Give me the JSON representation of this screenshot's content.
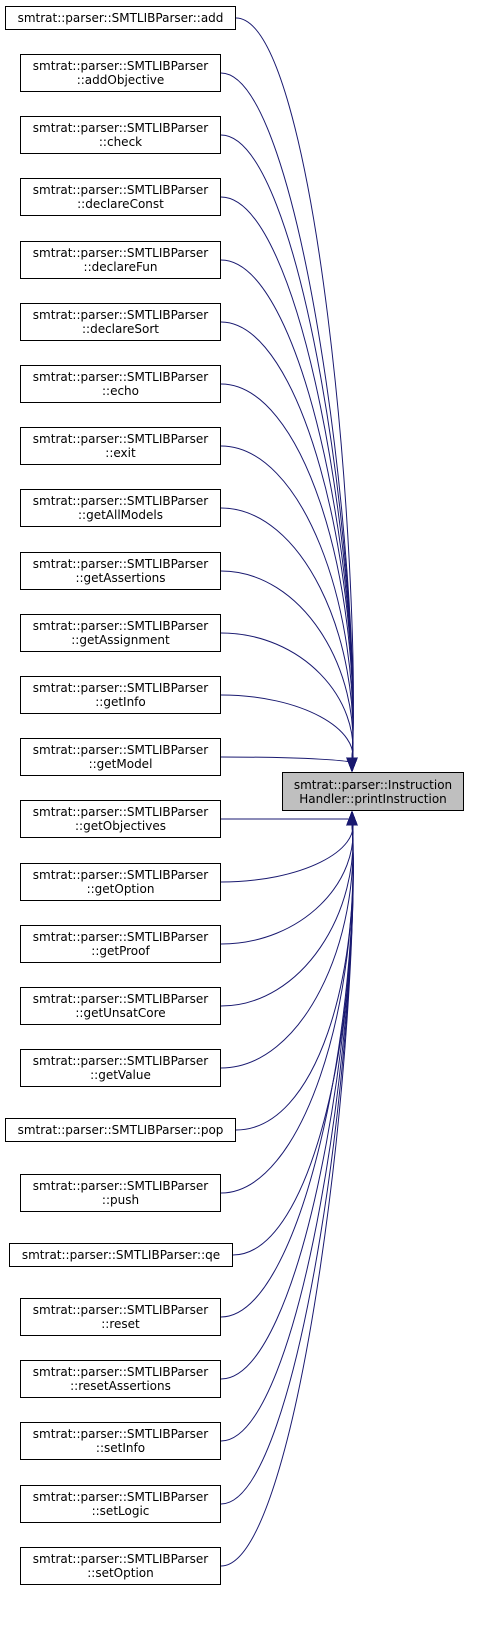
{
  "colors": {
    "edge": "#191970",
    "box_border": "#000000",
    "target_fill": "#bfbfbf"
  },
  "target": {
    "lines": [
      "smtrat::parser::Instruction",
      "Handler::printInstruction"
    ]
  },
  "callers": [
    {
      "lines": [
        "smtrat::parser::SMTLIBParser::add"
      ]
    },
    {
      "lines": [
        "smtrat::parser::SMTLIBParser",
        "::addObjective"
      ]
    },
    {
      "lines": [
        "smtrat::parser::SMTLIBParser",
        "::check"
      ]
    },
    {
      "lines": [
        "smtrat::parser::SMTLIBParser",
        "::declareConst"
      ]
    },
    {
      "lines": [
        "smtrat::parser::SMTLIBParser",
        "::declareFun"
      ]
    },
    {
      "lines": [
        "smtrat::parser::SMTLIBParser",
        "::declareSort"
      ]
    },
    {
      "lines": [
        "smtrat::parser::SMTLIBParser",
        "::echo"
      ]
    },
    {
      "lines": [
        "smtrat::parser::SMTLIBParser",
        "::exit"
      ]
    },
    {
      "lines": [
        "smtrat::parser::SMTLIBParser",
        "::getAllModels"
      ]
    },
    {
      "lines": [
        "smtrat::parser::SMTLIBParser",
        "::getAssertions"
      ]
    },
    {
      "lines": [
        "smtrat::parser::SMTLIBParser",
        "::getAssignment"
      ]
    },
    {
      "lines": [
        "smtrat::parser::SMTLIBParser",
        "::getInfo"
      ]
    },
    {
      "lines": [
        "smtrat::parser::SMTLIBParser",
        "::getModel"
      ]
    },
    {
      "lines": [
        "smtrat::parser::SMTLIBParser",
        "::getObjectives"
      ]
    },
    {
      "lines": [
        "smtrat::parser::SMTLIBParser",
        "::getOption"
      ]
    },
    {
      "lines": [
        "smtrat::parser::SMTLIBParser",
        "::getProof"
      ]
    },
    {
      "lines": [
        "smtrat::parser::SMTLIBParser",
        "::getUnsatCore"
      ]
    },
    {
      "lines": [
        "smtrat::parser::SMTLIBParser",
        "::getValue"
      ]
    },
    {
      "lines": [
        "smtrat::parser::SMTLIBParser::pop"
      ]
    },
    {
      "lines": [
        "smtrat::parser::SMTLIBParser",
        "::push"
      ]
    },
    {
      "lines": [
        "smtrat::parser::SMTLIBParser::qe"
      ]
    },
    {
      "lines": [
        "smtrat::parser::SMTLIBParser",
        "::reset"
      ]
    },
    {
      "lines": [
        "smtrat::parser::SMTLIBParser",
        "::resetAssertions"
      ]
    },
    {
      "lines": [
        "smtrat::parser::SMTLIBParser",
        "::setInfo"
      ]
    },
    {
      "lines": [
        "smtrat::parser::SMTLIBParser",
        "::setLogic"
      ]
    },
    {
      "lines": [
        "smtrat::parser::SMTLIBParser",
        "::setOption"
      ]
    }
  ]
}
